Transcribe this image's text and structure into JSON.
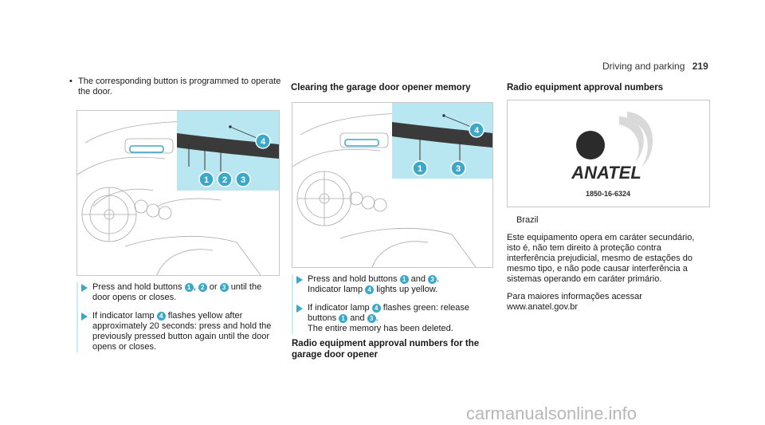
{
  "header": {
    "section": "Driving and parking",
    "page": "219"
  },
  "col1": {
    "intro_bullet": "The corresponding button is programmed to operate the door.",
    "figure_callouts": [
      "1",
      "2",
      "3",
      "4"
    ],
    "step1_pre": "Press and hold buttons",
    "step1_n1": "1",
    "step1_comma": ",",
    "step1_n2": "2",
    "step1_or": "or",
    "step1_n3": "3",
    "step1_post": "until the door opens or closes.",
    "step2_pre": "If indicator lamp",
    "step2_n4": "4",
    "step2_post": "flashes yellow after approximately 20 seconds: press and hold the previously pressed button again until the door opens or closes."
  },
  "col2": {
    "heading": "Clearing the garage door opener memory",
    "figure_callouts": [
      "1",
      "3",
      "4"
    ],
    "step1_pre": "Press and hold buttons",
    "step1_n1": "1",
    "step1_and": "and",
    "step1_n3": "3",
    "step1_line2_pre": "Indicator lamp",
    "step1_n4": "4",
    "step1_line2_post": "lights up yellow.",
    "step2_pre": "If indicator lamp",
    "step2_n4": "4",
    "step2_mid": "flashes green: release buttons",
    "step2_n1": "1",
    "step2_and": "and",
    "step2_n3": "3",
    "step2_line2": "The entire memory has been deleted.",
    "heading2": "Radio equipment approval numbers for the garage door opener"
  },
  "col3": {
    "heading": "Radio equipment approval numbers",
    "logo_text": "ANATEL",
    "logo_number": "1850-16-6324",
    "country": "Brazil",
    "para1": "Este equipamento opera em caráter secundário, isto é, não tem direito à proteção contra interferência prejudicial, mesmo de estações do mesmo tipo, e não pode causar interferência a sistemas operando em caráter primário.",
    "para2_line1": "Para maiores informações acessar",
    "para2_line2": "www.anatel.gov.br"
  },
  "footer": {
    "watermark": "carmanualsonline.info"
  },
  "colors": {
    "accent": "#3aa8c6",
    "stepbar": "#c9edf5",
    "highlight": "#b8e7f1"
  }
}
